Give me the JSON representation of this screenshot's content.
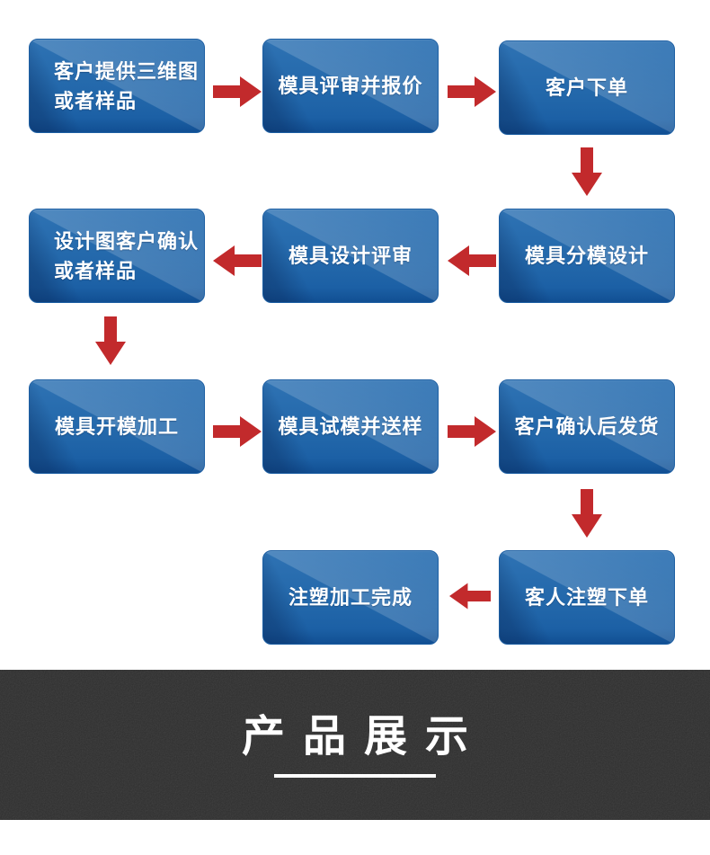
{
  "palette": {
    "box_blue": "#2268ac",
    "box_blue_light": "#3c7cba",
    "box_blue_dark": "#114f93",
    "arrow_red": "#c22a2c",
    "banner_bg": "#2e2e2e",
    "banner_text": "#ffffff",
    "page_bg": "#ffffff"
  },
  "flowchart": {
    "boxes": [
      {
        "id": "customer-provides-3d",
        "lines": [
          "客户提供三维图",
          "或者样品"
        ]
      },
      {
        "id": "mold-review-quote",
        "lines": [
          "模具评审并报价"
        ]
      },
      {
        "id": "customer-order",
        "lines": [
          "客户下单"
        ]
      },
      {
        "id": "design-confirm",
        "lines": [
          "设计图客户确认",
          "或者样品"
        ]
      },
      {
        "id": "mold-design-review",
        "lines": [
          "模具设计评审"
        ]
      },
      {
        "id": "mold-parting-design",
        "lines": [
          "模具分模设计"
        ]
      },
      {
        "id": "mold-making",
        "lines": [
          "模具开模加工"
        ]
      },
      {
        "id": "mold-trial-sample",
        "lines": [
          "模具试模并送样"
        ]
      },
      {
        "id": "confirm-ship",
        "lines": [
          "客户确认后发货"
        ]
      },
      {
        "id": "injection-done",
        "lines": [
          "注塑加工完成"
        ]
      },
      {
        "id": "injection-order",
        "lines": [
          "客人注塑下单"
        ]
      }
    ],
    "arrows": [
      {
        "id": "a0",
        "direction": "right"
      },
      {
        "id": "a1",
        "direction": "right"
      },
      {
        "id": "a2",
        "direction": "down"
      },
      {
        "id": "a3",
        "direction": "left"
      },
      {
        "id": "a4",
        "direction": "left"
      },
      {
        "id": "a5",
        "direction": "down"
      },
      {
        "id": "a6",
        "direction": "right"
      },
      {
        "id": "a7",
        "direction": "right"
      },
      {
        "id": "a8",
        "direction": "down"
      },
      {
        "id": "a9",
        "direction": "left"
      }
    ]
  },
  "banner": {
    "title": "产品展示"
  }
}
